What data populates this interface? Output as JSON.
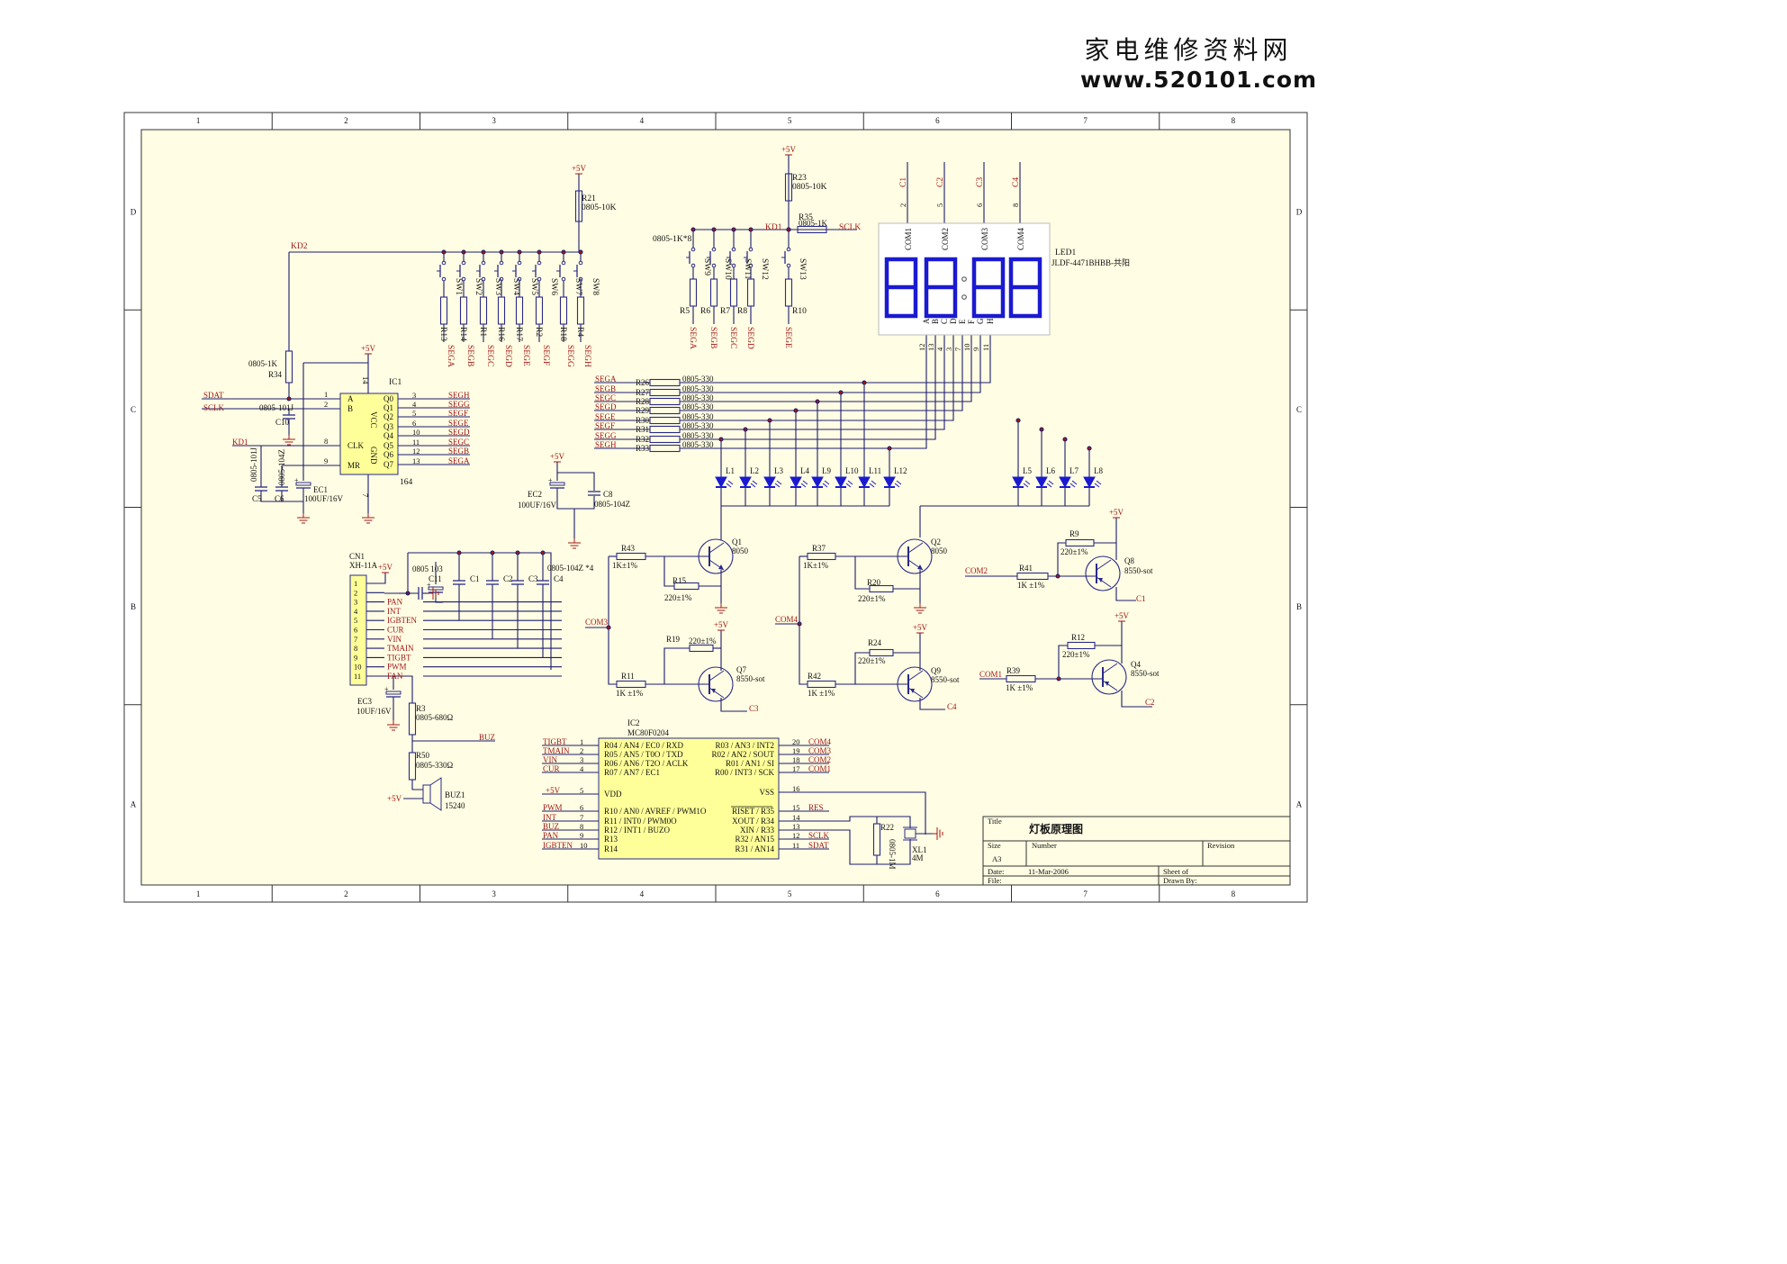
{
  "watermark": {
    "line1": "家电维修资料网",
    "line2": "www.520101.com"
  },
  "frame": {
    "col_labels": [
      "1",
      "2",
      "3",
      "4",
      "5",
      "6",
      "7",
      "8"
    ],
    "row_labels": [
      "D",
      "C",
      "B",
      "A"
    ]
  },
  "title_block": {
    "title_label": "Title",
    "title": "灯板原理图",
    "size_label": "Size",
    "size": "A3",
    "number_label": "Number",
    "revision_label": "Revision",
    "date_label": "Date:",
    "date": "11-Mar-2006",
    "sheet_label": "Sheet    of",
    "file_label": "File:",
    "drawn_label": "Drawn By:"
  },
  "power": {
    "vcc": "+5V"
  },
  "nets": {
    "kd1": "KD1",
    "kd2": "KD2",
    "sdat": "SDAT",
    "sclk": "SCLK",
    "segs": [
      "SEGA",
      "SEGB",
      "SEGC",
      "SEGD",
      "SEGE",
      "SEGF",
      "SEGG",
      "SEGH"
    ],
    "com": [
      "COM1",
      "COM2",
      "COM3",
      "COM4"
    ],
    "c": [
      "C1",
      "C2",
      "C3",
      "C4"
    ],
    "buz": "BUZ",
    "res": "RES"
  },
  "kd2_switches": {
    "r21_ref": "R21",
    "r21_val": "0805-10K",
    "sw": [
      "SW1",
      "SW2",
      "SW3",
      "SW4",
      "SW5",
      "SW6",
      "SW7",
      "SW8"
    ],
    "r": [
      "R13",
      "R14",
      "R1",
      "R16",
      "R17",
      "R2",
      "R18",
      "R4"
    ],
    "seg": [
      "SEGA",
      "SEGB",
      "SEGC",
      "SEGD",
      "SEGE",
      "SEGF",
      "SEGG",
      "SEGH"
    ]
  },
  "kd1_switches": {
    "r23_ref": "R23",
    "r23_val": "0805-10K",
    "r35_ref": "R35",
    "r35_val": "0805-1K",
    "note": "0805-1K*8",
    "sw": [
      "SW9",
      "SW10",
      "SW11",
      "SW12",
      "SW13"
    ],
    "r": [
      "R5",
      "R6",
      "R7",
      "R8",
      "R10"
    ],
    "seg": [
      "SEGA",
      "SEGB",
      "SEGC",
      "SEGD",
      "SEGE"
    ]
  },
  "led_display": {
    "ref": "LED1",
    "part": "JLDF-4471BHBB-共阳",
    "com": [
      "COM1",
      "COM2",
      "COM3",
      "COM4"
    ],
    "top_pins": [
      "2",
      "5",
      "6",
      "8"
    ],
    "seg_letters": [
      "A",
      "B",
      "C",
      "D",
      "E",
      "F",
      "G",
      "H"
    ],
    "seg_pins": [
      "12",
      "13",
      "4",
      "3",
      "7",
      "10",
      "9",
      "11"
    ]
  },
  "seg_resistors": {
    "refs": [
      "R26",
      "R27",
      "R28",
      "R29",
      "R30",
      "R31",
      "R32",
      "R33"
    ],
    "nets": [
      "SEGA",
      "SEGB",
      "SEGC",
      "SEGD",
      "SEGE",
      "SEGF",
      "SEGG",
      "SEGH"
    ],
    "value": "0805-330"
  },
  "leds": {
    "left": [
      "L1",
      "L2",
      "L3",
      "L4",
      "L9",
      "L10",
      "L11",
      "L12"
    ],
    "right": [
      "L5",
      "L6",
      "L7",
      "L8"
    ]
  },
  "ic1": {
    "ref": "IC1",
    "part": "164",
    "pins_left": [
      {
        "num": "1",
        "name": "A"
      },
      {
        "num": "2",
        "name": "B"
      },
      {
        "num": "8",
        "name": "CLK"
      },
      {
        "num": "9",
        "name": "MR"
      }
    ],
    "pins_right": [
      {
        "num": "3",
        "name": "Q0",
        "net": "SEGH"
      },
      {
        "num": "4",
        "name": "Q1",
        "net": "SEGG"
      },
      {
        "num": "5",
        "name": "Q2",
        "net": "SEGF"
      },
      {
        "num": "6",
        "name": "Q3",
        "net": "SEGE"
      },
      {
        "num": "10",
        "name": "Q4",
        "net": "SEGD"
      },
      {
        "num": "11",
        "name": "Q5",
        "net": "SEGC"
      },
      {
        "num": "12",
        "name": "Q6",
        "net": "SEGB"
      },
      {
        "num": "13",
        "name": "Q7",
        "net": "SEGA"
      }
    ],
    "vcc": "VCC",
    "gnd": "GND",
    "pin14": "14",
    "pin7": "7",
    "r34_ref": "R34",
    "r34_val": "0805-1K",
    "c10_ref": "C10",
    "c10_val": "0805-101J",
    "c5_ref": "C5",
    "c5_val": "0805-101J",
    "c6_ref": "C6",
    "c6_val": "0805-104Z",
    "ec1_ref": "EC1",
    "ec1_val": "100UF/16V"
  },
  "ec2": {
    "ref": "EC2",
    "val": "100UF/16V",
    "c8_ref": "C8",
    "c8_val": "0805-104Z"
  },
  "transistors": {
    "q1": {
      "ref": "Q1",
      "part": "8050"
    },
    "q2": {
      "ref": "Q2",
      "part": "8050"
    },
    "q7": {
      "ref": "Q7",
      "part": "8550-sot"
    },
    "q9": {
      "ref": "Q9",
      "part": "8550-sot"
    },
    "q8": {
      "ref": "Q8",
      "part": "8550-sot"
    },
    "q4": {
      "ref": "Q4",
      "part": "8550-sot"
    },
    "r43": {
      "ref": "R43",
      "val": "1K±1%"
    },
    "r15": {
      "ref": "R15",
      "val": "220±1%"
    },
    "r37": {
      "ref": "R37",
      "val": "1K±1%"
    },
    "r20": {
      "ref": "R20",
      "val": "220±1%"
    },
    "r19": {
      "ref": "R19",
      "val": "220±1%"
    },
    "r11": {
      "ref": "R11",
      "val": "1K ±1%"
    },
    "r24": {
      "ref": "R24",
      "val": "220±1%"
    },
    "r42": {
      "ref": "R42",
      "val": "1K ±1%"
    },
    "r9": {
      "ref": "R9",
      "val": "220±1%"
    },
    "r41": {
      "ref": "R41",
      "val": "1K ±1%"
    },
    "r12": {
      "ref": "R12",
      "val": "220±1%"
    },
    "r39": {
      "ref": "R39",
      "val": "1K ±1%"
    }
  },
  "cn1": {
    "ref": "CN1",
    "part": "XH-11A",
    "pins": [
      "1",
      "2",
      "3",
      "4",
      "5",
      "6",
      "7",
      "8",
      "9",
      "10",
      "11"
    ],
    "nets": [
      "",
      "",
      "PAN",
      "INT",
      "IGBTEN",
      "CUR",
      "VIN",
      "TMAIN",
      "TIGBT",
      "PWM",
      "FAN"
    ],
    "c11_ref": "C11",
    "c11_val": "0805 103",
    "caps": [
      "C1",
      "C2",
      "C3",
      "C4"
    ],
    "caps_val": "0805-104Z *4"
  },
  "ec3": {
    "ref": "EC3",
    "val": "10UF/16V"
  },
  "buzzer": {
    "r3_ref": "R3",
    "r3_val": "0805-680Ω",
    "r50_ref": "R50",
    "r50_val": "0805-330Ω",
    "ref": "BUZ1",
    "part": "15240"
  },
  "ic2": {
    "ref": "IC2",
    "part": "MC80F0204",
    "left": [
      {
        "net": "TIGBT",
        "num": "1",
        "name": "R04 / AN4 / EC0 / RXD"
      },
      {
        "net": "TMAIN",
        "num": "2",
        "name": "R05 / AN5 / T0O / TXD"
      },
      {
        "net": "VIN",
        "num": "3",
        "name": "R06 / AN6 / T2O / ACLK"
      },
      {
        "net": "CUR",
        "num": "4",
        "name": "R07 / AN7 / EC1"
      },
      {
        "net": "+5V",
        "num": "5",
        "name": "VDD"
      },
      {
        "net": "PWM",
        "num": "6",
        "name": "R10 / AN0 / AVREF / PWM1O"
      },
      {
        "net": "INT",
        "num": "7",
        "name": "R11 / INT0 / PWM0O"
      },
      {
        "net": "BUZ",
        "num": "8",
        "name": "R12 / INT1 / BUZO"
      },
      {
        "net": "PAN",
        "num": "9",
        "name": "R13"
      },
      {
        "net": "IGBTEN",
        "num": "10",
        "name": "R14"
      }
    ],
    "right": [
      {
        "net": "COM4",
        "num": "20",
        "name": "R03 / AN3 / INT2"
      },
      {
        "net": "COM3",
        "num": "19",
        "name": "R02 / AN2 / SOUT"
      },
      {
        "net": "COM2",
        "num": "18",
        "name": "R01 / AN1 / SI"
      },
      {
        "net": "COM1",
        "num": "17",
        "name": "R00 / INT3 / SCK"
      },
      {
        "net": "",
        "num": "16",
        "name": "VSS"
      },
      {
        "net": "RES",
        "num": "15",
        "name": "RISET / R35"
      },
      {
        "net": "",
        "num": "14",
        "name": "XOUT / R34"
      },
      {
        "net": "",
        "num": "13",
        "name": "XIN / R33"
      },
      {
        "net": "SCLK",
        "num": "12",
        "name": "R32 / AN15"
      },
      {
        "net": "SDAT",
        "num": "11",
        "name": "R31 / AN14"
      }
    ],
    "r22_ref": "R22",
    "r22_val": "0805-1M",
    "xl1_ref": "XL1",
    "xl1_val": "4M"
  }
}
